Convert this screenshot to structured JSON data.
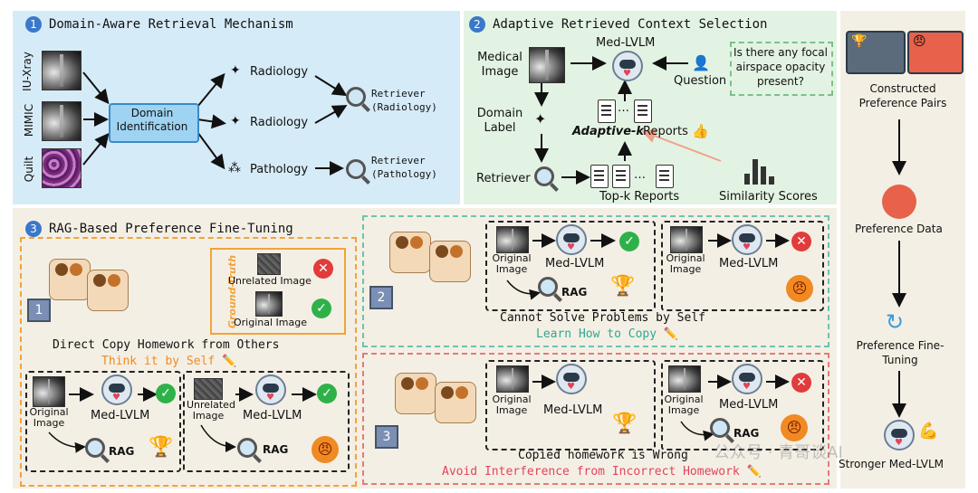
{
  "sections": {
    "s1": {
      "num": "1",
      "title": "Domain-Aware Retrieval Mechanism"
    },
    "s2": {
      "num": "2",
      "title": "Adaptive Retrieved Context Selection"
    },
    "s3": {
      "num": "3",
      "title": "RAG-Based Preference Fine-Tuning"
    }
  },
  "s1": {
    "inputs": [
      "IU-Xray",
      "MIMIC",
      "Quilt"
    ],
    "domain_box": "Domain Identification",
    "domains": [
      "Radiology",
      "Radiology",
      "Pathology"
    ],
    "retriever_rad": "Retriever (Radiology)",
    "retriever_path": "Retriever (Pathology)"
  },
  "s2": {
    "medical_image": "Medical Image",
    "med_lvlm": "Med-LVLM",
    "question": "Question",
    "question_text": "Is there any focal airspace opacity present?",
    "domain_label": "Domain Label",
    "adaptive_k_bold": "Adaptive-k",
    "adaptive_k_rest": "Reports",
    "retriever": "Retriever",
    "topk_reports": "Top-k Reports",
    "similarity": "Similarity Scores"
  },
  "s3": {
    "ground_truth": "Ground-Truth",
    "unrelated_image": "Unrelated Image",
    "original_image": "Original Image",
    "case1_text": "Direct Copy Homework from Others",
    "case1_sub": "Think it by Self ✏️",
    "case2_text": "Cannot Solve Problems by Self",
    "case2_sub": "Learn How to Copy ✏️",
    "case3_text": "Copied homework is Wrong",
    "case3_sub": "Avoid Interference from Incorrect Homework ✏️",
    "med_lvlm": "Med-LVLM",
    "rag": "RAG",
    "orig_img_label": "Original Image",
    "unrel_img_label": "Unrelated Image",
    "case_nums": [
      "1",
      "2",
      "3"
    ]
  },
  "right": {
    "pairs": "Constructed Preference Pairs",
    "pref_data": "Preference Data",
    "finetune": "Preference Fine-Tuning",
    "stronger": "Stronger Med-LVLM"
  },
  "watermark": "公众号 · 青哥谈AI",
  "colors": {
    "panel1": "#d6ebf8",
    "panel2": "#e3f3e3",
    "panel3": "#f4efe5",
    "orange": "#f2a33a",
    "teal": "#6cc3b0",
    "red": "#e47a7a",
    "blue": "#3a78c9"
  }
}
